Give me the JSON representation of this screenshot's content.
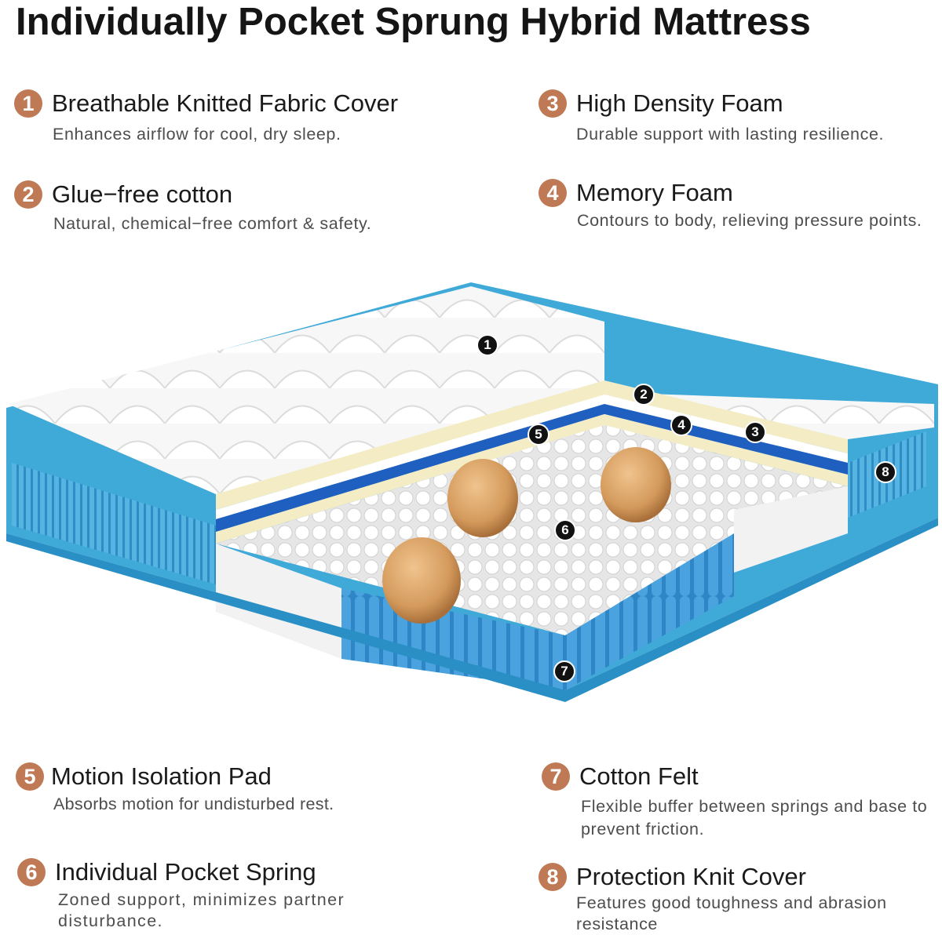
{
  "title": "Individually Pocket Sprung Hybrid Mattress",
  "colors": {
    "badge": "#bf7a55",
    "blue": "#3fa9d8",
    "deep_blue": "#1f5fbf",
    "foam": "#f3ecc4",
    "wood": "#d9a366"
  },
  "features": [
    {
      "number": "1",
      "title": "Breathable Knitted Fabric Cover",
      "description": "Enhances airflow for cool, dry sleep."
    },
    {
      "number": "2",
      "title": "Glue−free cotton",
      "description": "Natural, chemical−free comfort & safety."
    },
    {
      "number": "3",
      "title": "High Density Foam",
      "description": "Durable support with lasting resilience."
    },
    {
      "number": "4",
      "title": "Memory Foam",
      "description": "Contours to body, relieving pressure points."
    },
    {
      "number": "5",
      "title": "Motion Isolation Pad",
      "description": "Absorbs motion for undisturbed rest."
    },
    {
      "number": "6",
      "title": "Individual Pocket Spring",
      "description": "Zoned support, minimizes partner disturbance."
    },
    {
      "number": "7",
      "title": "Cotton Felt",
      "description": "Flexible buffer between springs and base to prevent friction."
    },
    {
      "number": "8",
      "title": "Protection Knit Cover",
      "description": "Features good toughness and abrasion resistance"
    }
  ],
  "diagram_markers": [
    "1",
    "2",
    "3",
    "4",
    "5",
    "6",
    "7",
    "8"
  ]
}
